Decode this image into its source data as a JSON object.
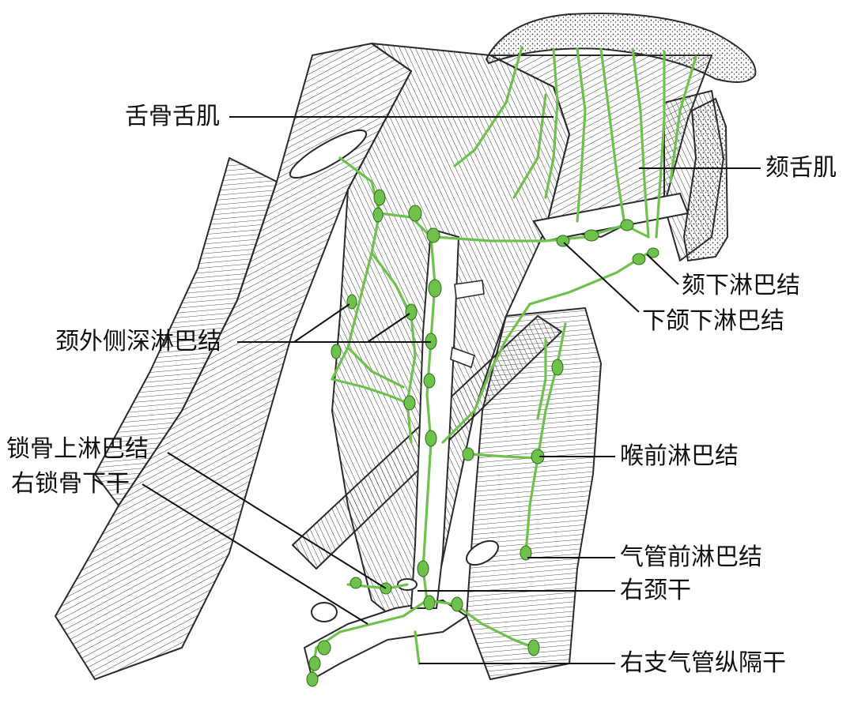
{
  "colors": {
    "background": "#ffffff",
    "ink": "#2a2a2a",
    "lymph": "#6ec24b",
    "leader": "#111111"
  },
  "labels": {
    "hyoglossus": "舌骨舌肌",
    "genioglossus": "颏舌肌",
    "submental_nodes": "颏下淋巴结",
    "submandibular_nodes": "下颌下淋巴结",
    "deep_lateral_cervical_nodes": "颈外侧深淋巴结",
    "supraclavicular_nodes": "锁骨上淋巴结",
    "right_subclavian_trunk": "右锁骨下干",
    "prelaryngeal_nodes": "喉前淋巴结",
    "pretracheal_nodes": "气管前淋巴结",
    "right_jugular_trunk": "右颈干",
    "right_bronchomediastinal_trunk": "右支气管纵隔干"
  }
}
